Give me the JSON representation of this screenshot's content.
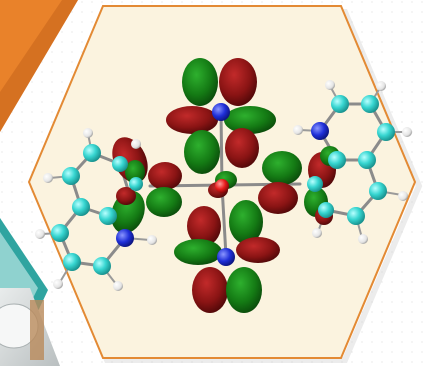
{
  "scene": {
    "colors": {
      "hexagon_fill": "#fbf3df",
      "hexagon_border": "#e38a34",
      "banner_orange": "#e9822a",
      "teal_band": "#2fa4a0",
      "photo_tone": "#d5d8d8",
      "orbital_red": "#8a1414",
      "orbital_green": "#147a14",
      "carbon_atom": "#37d6d1",
      "nitrogen_atom": "#1f2fd8",
      "metal_atom": "#e81c1c",
      "hydrogen_atom": "#eeeeee"
    },
    "icons": [
      "molecular-orbital-graphic",
      "hexagon-frame",
      "banner-corner-decoration"
    ]
  }
}
